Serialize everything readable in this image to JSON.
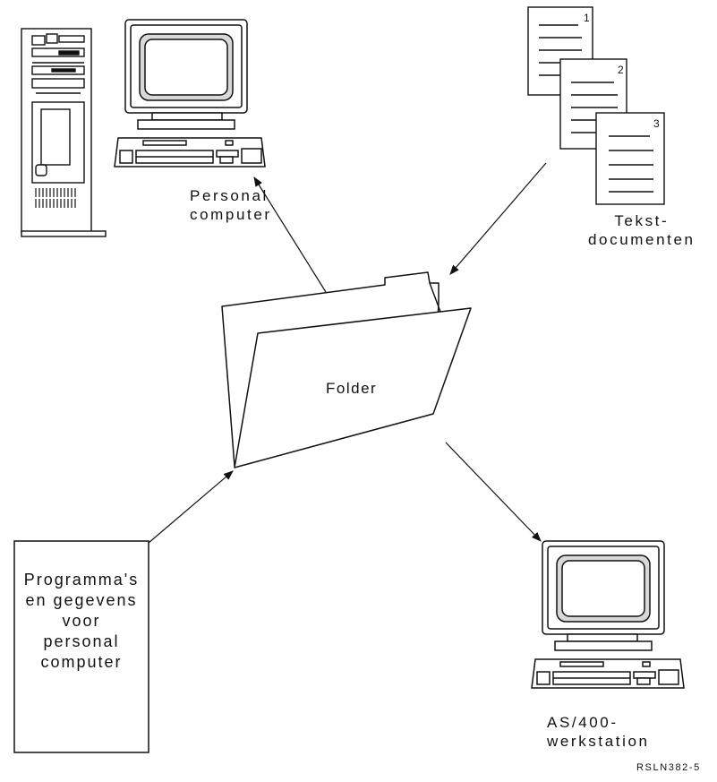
{
  "diagram": {
    "personal_computer": {
      "label_lines": [
        "Personal",
        "computer"
      ]
    },
    "documents": {
      "label_lines": [
        "Tekst-",
        "documenten"
      ],
      "page_numbers": [
        "1",
        "2",
        "3"
      ]
    },
    "folder": {
      "label": "Folder"
    },
    "programs_box": {
      "label_lines": [
        "Programma's",
        "en gegevens",
        "voor",
        "personal",
        "computer"
      ]
    },
    "workstation": {
      "label_lines": [
        "AS/400-",
        "werkstation"
      ]
    },
    "figure_id": "RSLN382-5"
  },
  "colors": {
    "ink": "#111111",
    "paper": "#ffffff",
    "screen_gray": "#d8d8d8",
    "dark_fill": "#222222"
  }
}
